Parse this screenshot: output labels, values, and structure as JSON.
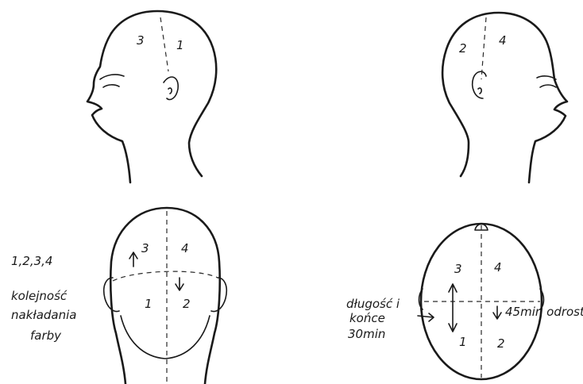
{
  "side_head_left": {
    "zone_back": "3",
    "zone_front": "1"
  },
  "side_head_right": {
    "zone_back": "2",
    "zone_front": "4"
  },
  "back_head": {
    "zone_top_left": "3",
    "zone_top_right": "4",
    "zone_bottom_left": "1",
    "zone_bottom_right": "2"
  },
  "top_head": {
    "zone_top_left": "3",
    "zone_top_right": "4",
    "zone_bottom_left": "1",
    "zone_bottom_right": "2"
  },
  "left_note": {
    "order": "1,2,3,4",
    "line1": "kolejność",
    "line2": "nakładania",
    "line3": "farby"
  },
  "right_note": {
    "lengths_line1": "długość i",
    "lengths_line2": "końce",
    "lengths_time": "30min",
    "regrowth": "45min odrost"
  }
}
